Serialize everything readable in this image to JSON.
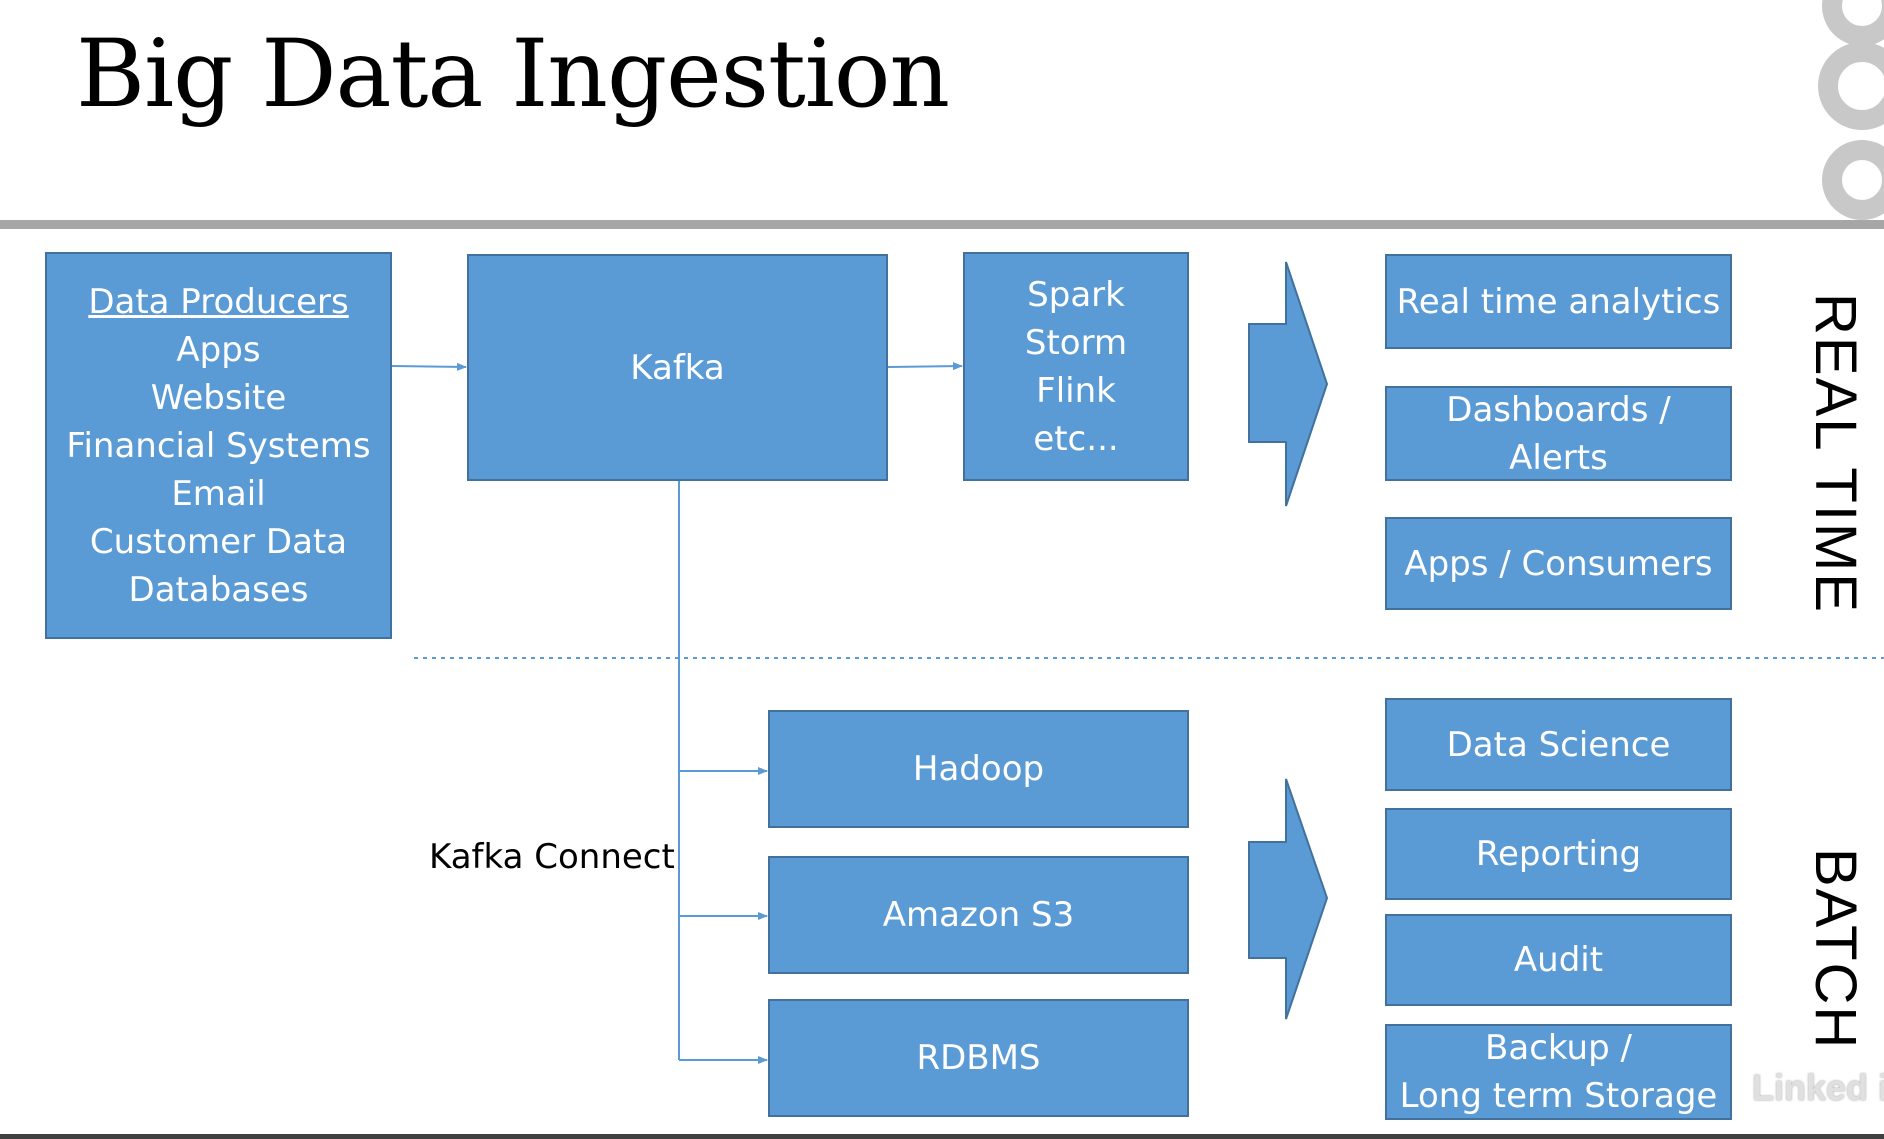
{
  "slide": {
    "title": "Big Data Ingestion",
    "watermark": "Linked in"
  },
  "sources": {
    "heading": "Data Producers",
    "items": [
      "Apps",
      "Website",
      "Financial Systems",
      "Email",
      "Customer Data",
      "Databases"
    ]
  },
  "kafka": {
    "label": "Kafka"
  },
  "stream_processing": {
    "lines": [
      "Spark",
      "Storm",
      "Flink",
      "etc..."
    ]
  },
  "kafka_connect": {
    "label": "Kafka Connect"
  },
  "sinks": [
    "Hadoop",
    "Amazon S3",
    "RDBMS"
  ],
  "realtime_outputs": {
    "real_time_analytics": "Real time analytics",
    "dashboards": [
      "Dashboards /",
      "Alerts"
    ],
    "apps_consumers": "Apps / Consumers"
  },
  "batch_outputs": {
    "data_science": "Data Science",
    "reporting": "Reporting",
    "audit": "Audit",
    "backup": [
      "Backup /",
      "Long term Storage"
    ]
  },
  "sections": {
    "real_time": "REAL TIME",
    "batch": "BATCH"
  },
  "colors": {
    "box_fill": "#5b9bd5",
    "box_border": "#41719c",
    "connector": "#5b9bd5",
    "rule": "#a6a6a6"
  }
}
